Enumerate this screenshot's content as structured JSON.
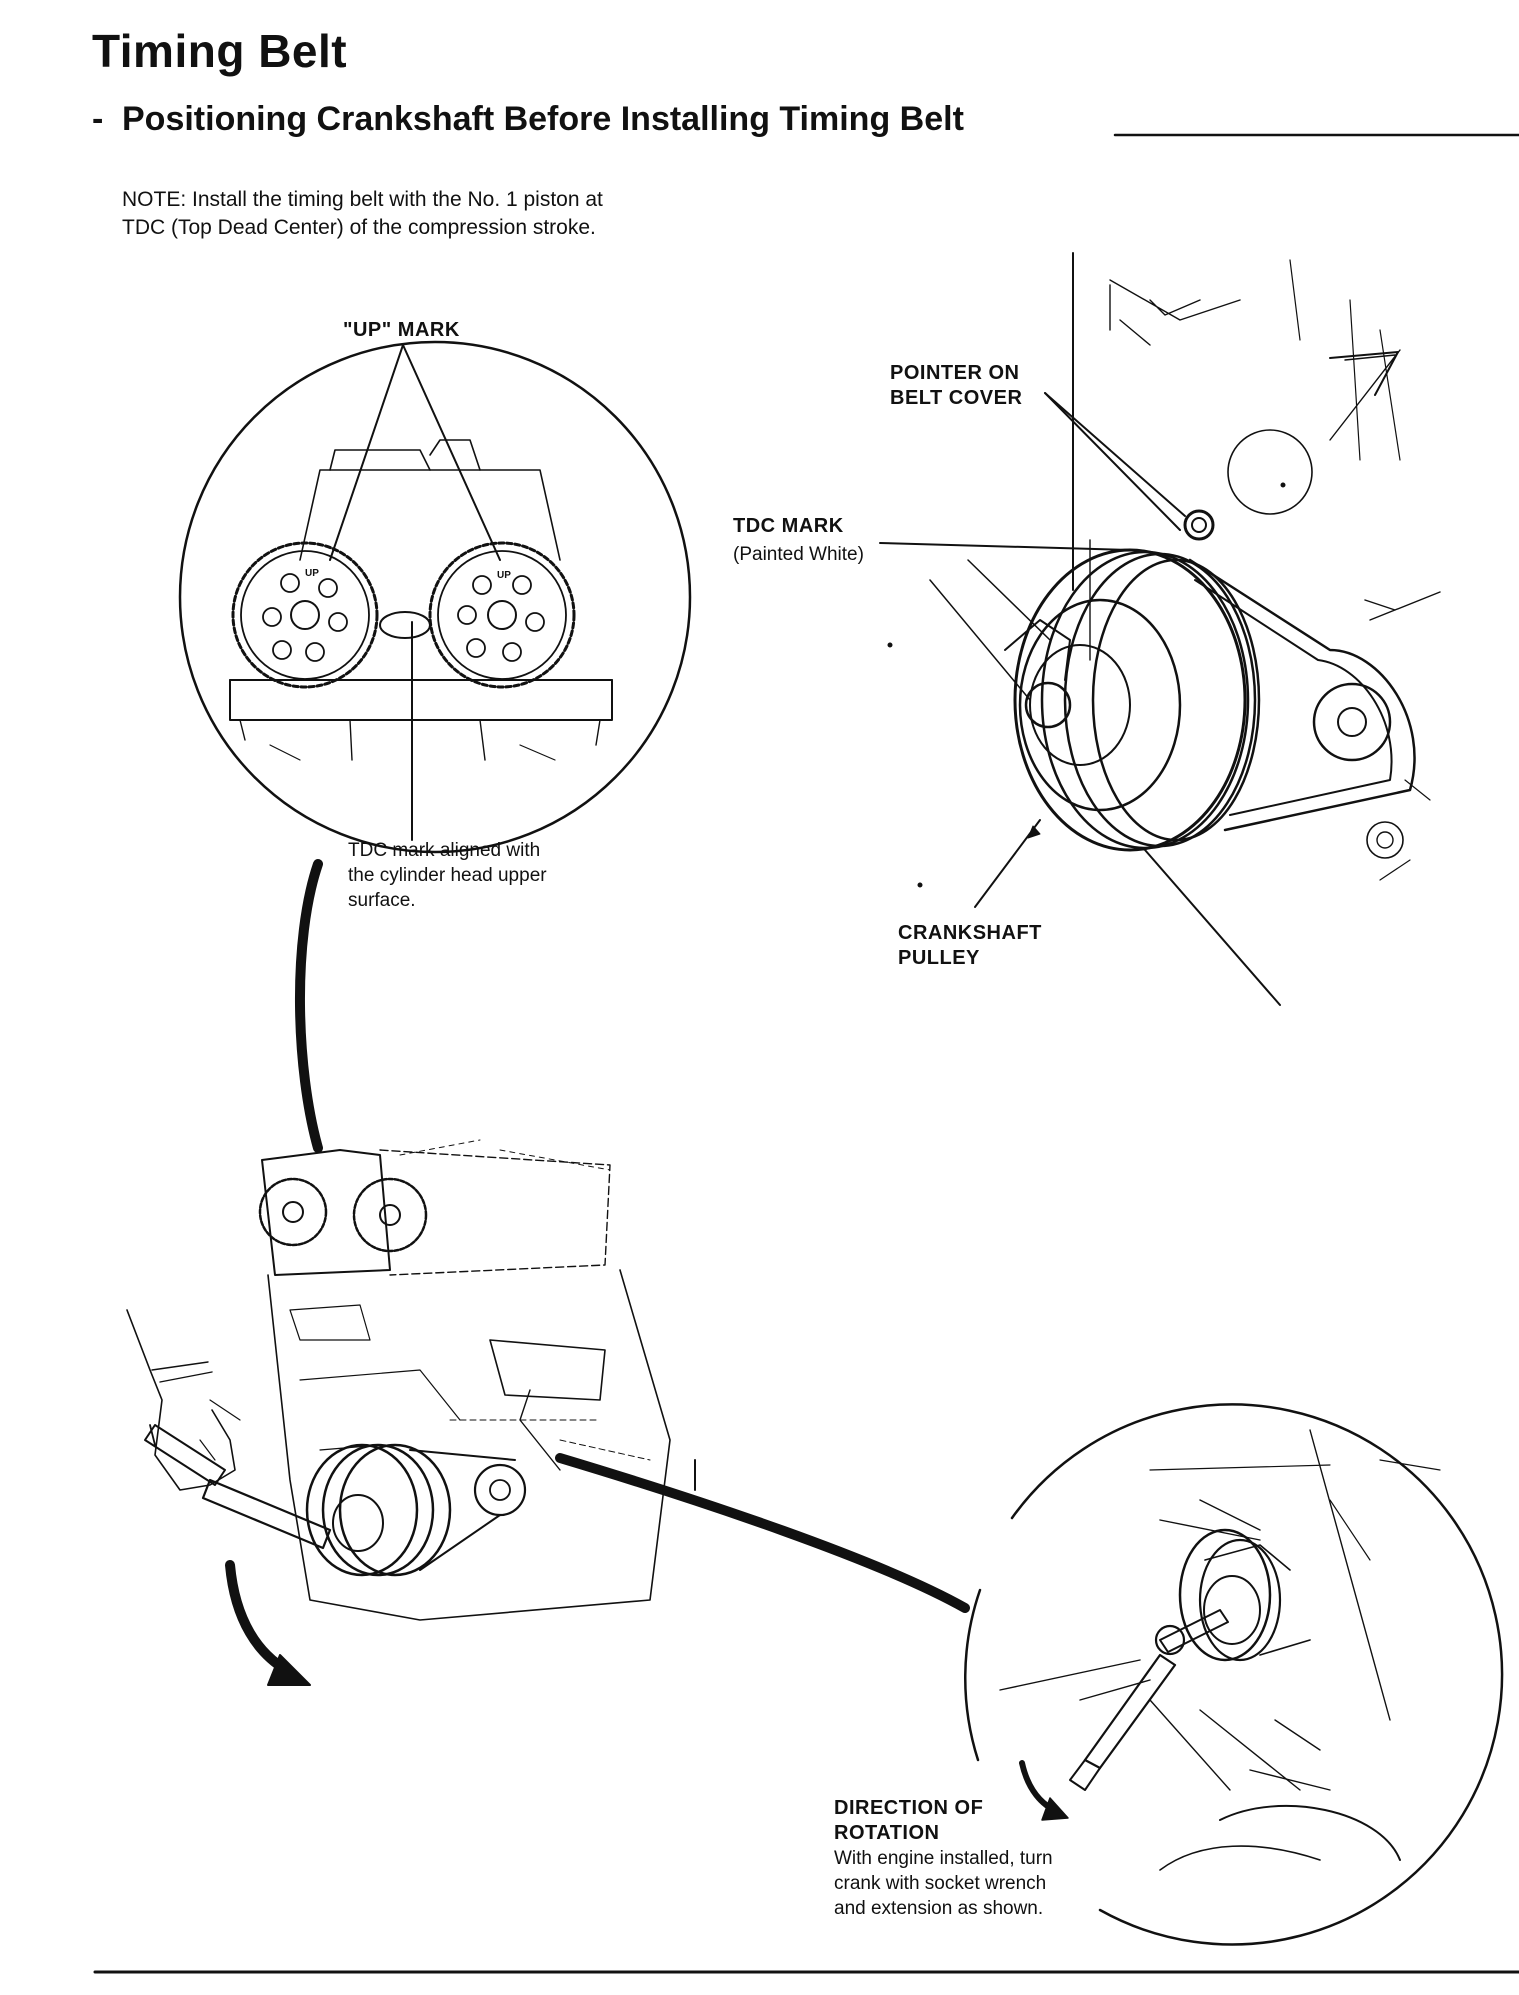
{
  "page": {
    "title": "Timing Belt",
    "subtitle_dash": "-",
    "subtitle": "Positioning Crankshaft Before Installing Timing Belt",
    "note_line1": "NOTE: Install the timing belt with the No. 1 piston at",
    "note_line2": "TDC (Top Dead Center) of the compression stroke."
  },
  "labels": {
    "up_mark": "\"UP\" MARK",
    "tdc_aligned_1": "TDC mark aligned with",
    "tdc_aligned_2": "the cylinder head upper",
    "tdc_aligned_3": "surface.",
    "pointer_1": "POINTER ON",
    "pointer_2": "BELT COVER",
    "tdc_mark": "TDC MARK",
    "painted_white": "(Painted White)",
    "crank_pulley_1": "CRANKSHAFT",
    "crank_pulley_2": "PULLEY",
    "direction_1": "DIRECTION OF",
    "direction_2": "ROTATION",
    "direction_desc_1": "With engine installed, turn",
    "direction_desc_2": "crank with socket wrench",
    "direction_desc_3": "and extension as shown.",
    "gear_up": "UP"
  },
  "icons": [
    "camshaft-gear-icon",
    "crankshaft-pulley-icon",
    "socket-wrench-icon",
    "rotation-arrow-icon"
  ]
}
